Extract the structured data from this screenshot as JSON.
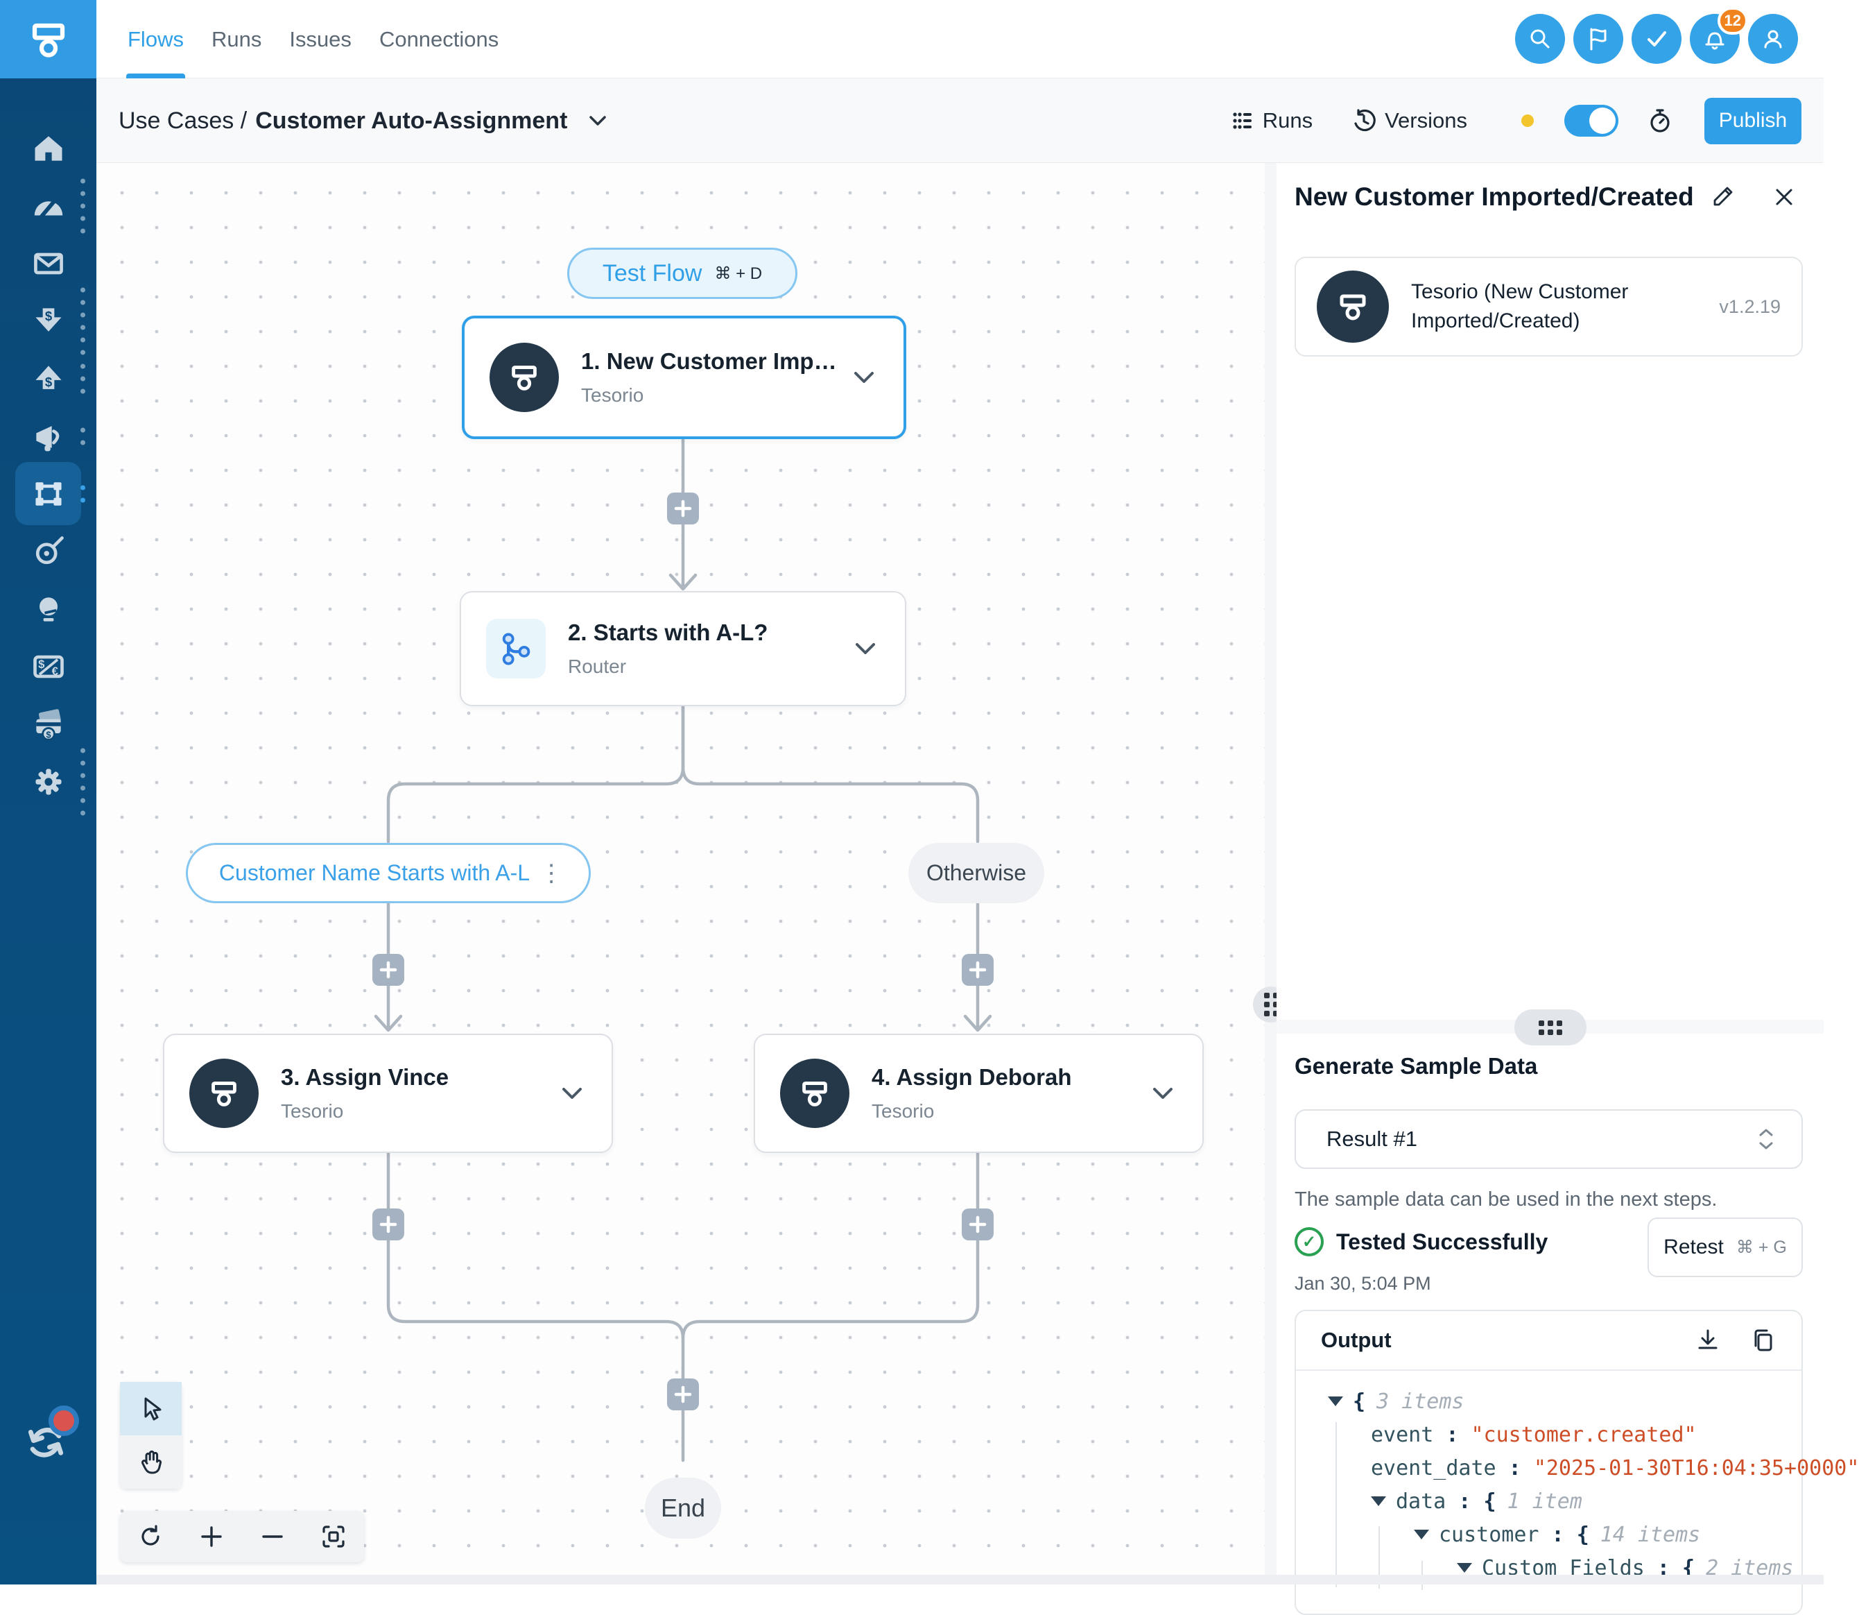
{
  "brand": {
    "accent_color": "#2f9fe8",
    "sidebar_color": "#0b4876",
    "logo_icon": "tesorio-logo-icon"
  },
  "topnav": {
    "tabs": [
      {
        "label": "Flows",
        "active": true
      },
      {
        "label": "Runs",
        "active": false
      },
      {
        "label": "Issues",
        "active": false
      },
      {
        "label": "Connections",
        "active": false
      }
    ],
    "action_icons": [
      "search-icon",
      "flag-icon",
      "check-icon",
      "bell-icon",
      "user-icon"
    ],
    "bell_badge": "12"
  },
  "subbar": {
    "breadcrumb_prefix": "Use Cases /",
    "breadcrumb_current": "Customer Auto-Assignment",
    "runs_label": "Runs",
    "versions_label": "Versions",
    "status_dot_color": "#f2c52c",
    "toggle_state": "on",
    "publish_label": "Publish"
  },
  "sidebar": {
    "icons": [
      "home-icon",
      "dashboard-icon",
      "mail-icon",
      "cash-in-icon",
      "cash-out-icon",
      "campaigns-icon",
      "flows-icon",
      "goals-icon",
      "insights-icon",
      "currency-icon",
      "payments-icon",
      "settings-icon",
      "sync-icon"
    ],
    "active_icon": "flows-icon"
  },
  "canvas": {
    "test_flow": {
      "label": "Test Flow",
      "shortcut": "⌘ + D"
    },
    "nodes": [
      {
        "title": "1. New Customer Imp…",
        "subtitle": "Tesorio",
        "selected": true
      },
      {
        "title": "2. Starts with A-L?",
        "subtitle": "Router",
        "selected": false
      },
      {
        "title": "3. Assign Vince",
        "subtitle": "Tesorio",
        "selected": false
      },
      {
        "title": "4. Assign Deborah",
        "subtitle": "Tesorio",
        "selected": false
      }
    ],
    "branches": [
      {
        "label": "Customer Name Starts with A-L",
        "style": "condition"
      },
      {
        "label": "Otherwise",
        "style": "default"
      }
    ],
    "end_label": "End"
  },
  "panel": {
    "title": "New Customer Imported/Created",
    "connector": {
      "name_line1": "Tesorio (New Customer",
      "name_line2": "Imported/Created)",
      "version": "v1.2.19"
    },
    "sample": {
      "heading": "Generate Sample Data",
      "result_option": "Result #1",
      "caption": "The sample data can be used in the next steps.",
      "status": "Tested Successfully",
      "status_check": "✓",
      "timestamp": "Jan 30, 5:04 PM",
      "retest_label": "Retest",
      "retest_shortcut": "⌘ + G"
    },
    "output": {
      "heading": "Output",
      "icons": [
        "download-icon",
        "copy-icon"
      ],
      "rows": [
        {
          "indent": 0,
          "expand": true,
          "brace": "{",
          "count": "3 items"
        },
        {
          "indent": 1,
          "key": "event",
          "value": "\"customer.created\""
        },
        {
          "indent": 1,
          "key": "event_date",
          "value": "\"2025-01-30T16:04:35+0000\""
        },
        {
          "indent": 1,
          "expand": true,
          "key": "data",
          "brace": "{",
          "count": "1 item"
        },
        {
          "indent": 2,
          "expand": true,
          "key": "customer",
          "brace": "{",
          "count": "14 items"
        },
        {
          "indent": 3,
          "expand": true,
          "key": "Custom Fields",
          "brace": "{",
          "count": "2 items"
        }
      ]
    }
  }
}
